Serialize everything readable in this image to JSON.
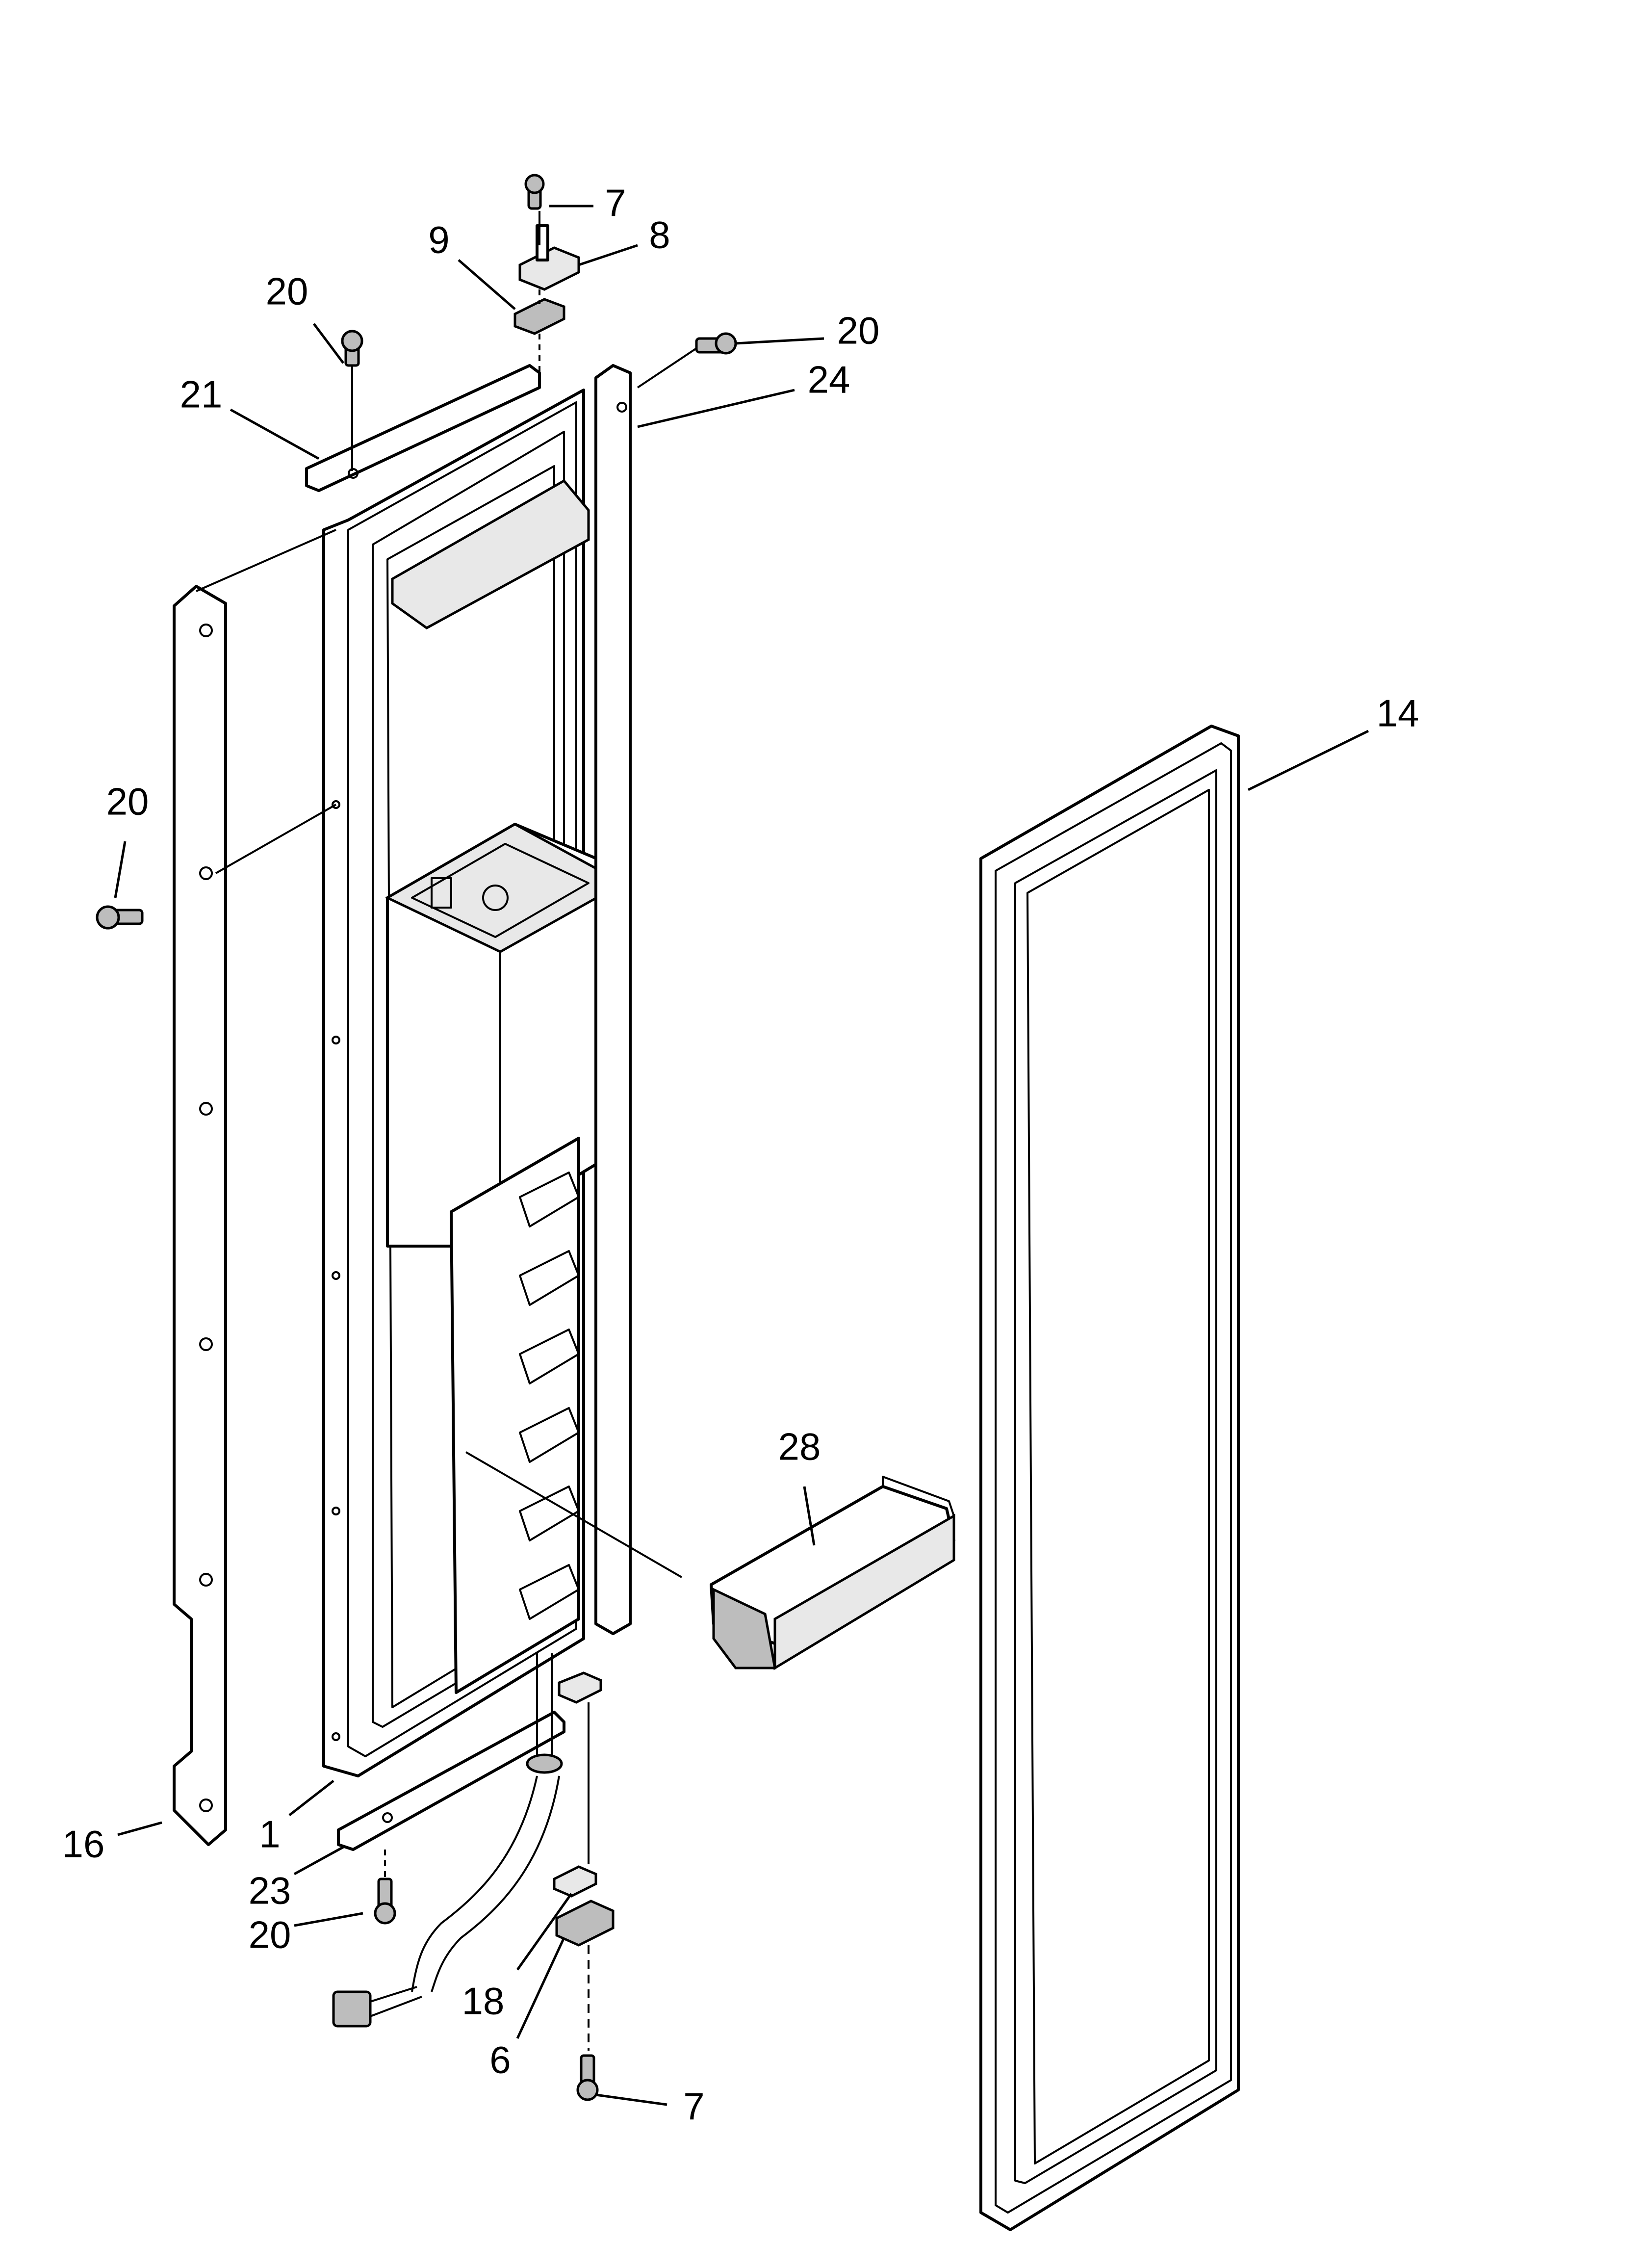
{
  "callouts": [
    {
      "id": "c-7-top",
      "label": "7"
    },
    {
      "id": "c-8",
      "label": "8"
    },
    {
      "id": "c-9",
      "label": "9"
    },
    {
      "id": "c-20-a",
      "label": "20"
    },
    {
      "id": "c-20-b",
      "label": "20"
    },
    {
      "id": "c-21",
      "label": "21"
    },
    {
      "id": "c-24",
      "label": "24"
    },
    {
      "id": "c-14",
      "label": "14"
    },
    {
      "id": "c-20-c",
      "label": "20"
    },
    {
      "id": "c-28",
      "label": "28"
    },
    {
      "id": "c-16",
      "label": "16"
    },
    {
      "id": "c-1",
      "label": "1"
    },
    {
      "id": "c-23",
      "label": "23"
    },
    {
      "id": "c-20-d",
      "label": "20"
    },
    {
      "id": "c-18",
      "label": "18"
    },
    {
      "id": "c-6",
      "label": "6"
    },
    {
      "id": "c-7-bottom",
      "label": "7"
    }
  ]
}
